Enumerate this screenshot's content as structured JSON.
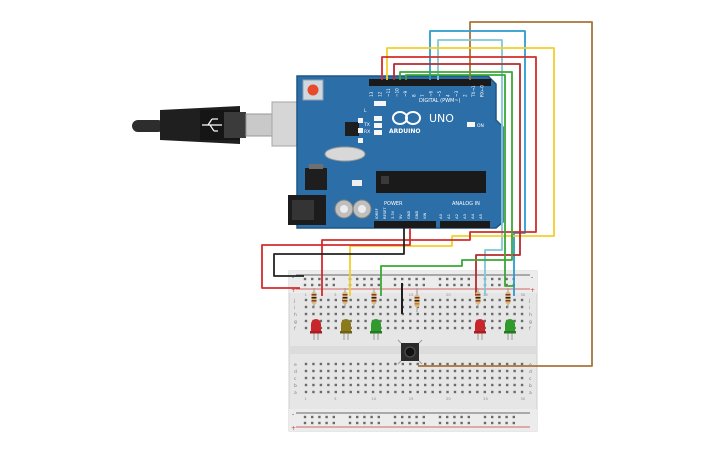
{
  "board": {
    "model": "UNO",
    "brand": "ARDUINO",
    "digital_label": "DIGITAL (PWM~)",
    "analog_label": "ANALOG IN",
    "power_label": "POWER",
    "aref": "AREF",
    "gnd": "GND",
    "tx": "TX",
    "rx": "RX",
    "on": "ON",
    "l": "L",
    "pin_labels": [
      "13",
      "12",
      "~11",
      "~10",
      "~9",
      "8",
      "7",
      "~6",
      "~5",
      "4",
      "~3",
      "2",
      "TX→1",
      "RX←0"
    ],
    "power_pins": [
      "IOREF",
      "RESET",
      "3.3V",
      "5V",
      "GND",
      "GND",
      "VIN"
    ],
    "analog_pins": [
      "A0",
      "A1",
      "A2",
      "A3",
      "A4",
      "A5"
    ]
  },
  "breadboard": {
    "row_letters_top": [
      "j",
      "i",
      "h",
      "g",
      "f"
    ],
    "row_letters_bottom": [
      "e",
      "d",
      "c",
      "b",
      "a"
    ],
    "col_numbers": [
      "1",
      "5",
      "10",
      "15",
      "20",
      "25",
      "30"
    ],
    "rail_plus": "+",
    "rail_minus": "-"
  },
  "colors": {
    "board": "#2b6ea8",
    "red": "#d42c2c",
    "yellow": "#f2d02a",
    "green": "#3aa735",
    "blue": "#2b9bd0",
    "lightblue": "#7ec8d8",
    "brown": "#a8743a",
    "black": "#222222",
    "led_red": "#c8262b",
    "led_yellow": "#8a7a1a",
    "led_green": "#2f9b2c"
  }
}
